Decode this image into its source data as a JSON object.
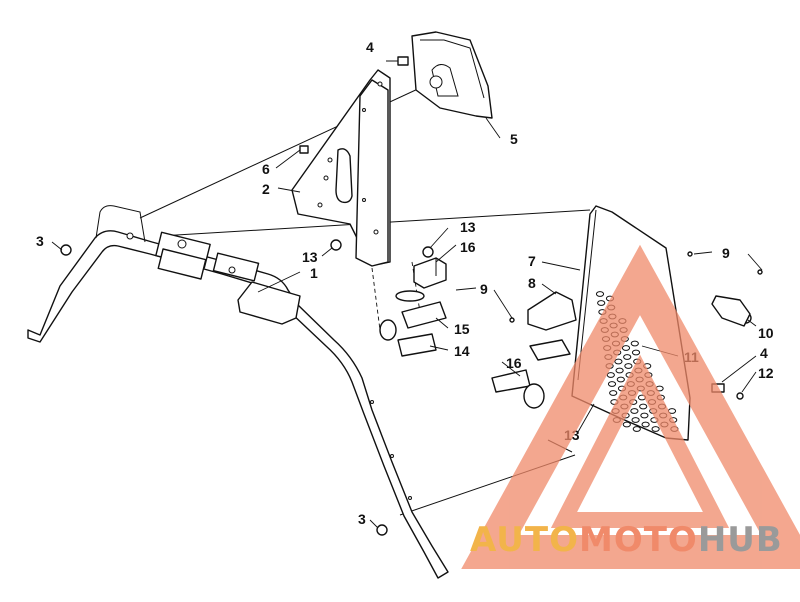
{
  "callouts": {
    "c1": "1",
    "c2": "2",
    "c3a": "3",
    "c3b": "3",
    "c4a": "4",
    "c4b": "4",
    "c5": "5",
    "c6": "6",
    "c7": "7",
    "c8": "8",
    "c9a": "9",
    "c9b": "9",
    "c10": "10",
    "c11": "11",
    "c12": "12",
    "c13a": "13",
    "c13b": "13",
    "c13c": "13",
    "c14": "14",
    "c15": "15",
    "c16a": "16",
    "c16b": "16"
  },
  "watermark": {
    "part1": "AUTO",
    "part2": "MOTO",
    "part3": "HUB",
    "color_primary": "#f08a6a",
    "color_secondary": "#f2b44a",
    "color_tertiary": "#9a9a9a"
  }
}
